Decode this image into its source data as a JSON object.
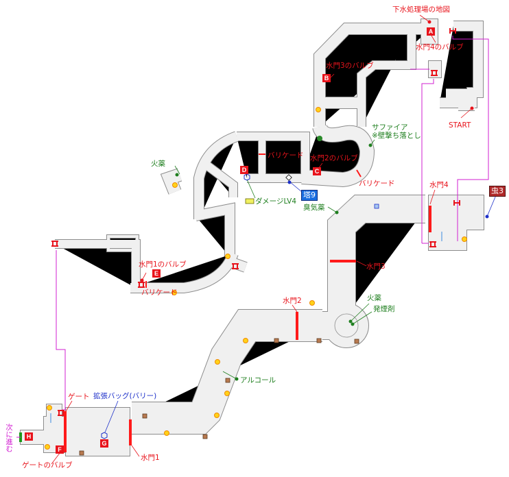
{
  "map": {
    "title": "下水処理場の地図",
    "colors": {
      "floor": "#f0f0f0",
      "wall": "#8c8c8c",
      "valve_label": "#e8141c",
      "item_label": "#1f7f1f",
      "special_label": "#1c2fc9",
      "route": "#d21fd2",
      "gate": "#ff1a1a",
      "crate": "#b87a50"
    },
    "markers": [
      "A",
      "B",
      "C",
      "D",
      "E",
      "F",
      "G",
      "H"
    ],
    "labels": {
      "map_item": "下水処理場の地図",
      "valve4": "水門4のバルブ",
      "valve3": "水門3のバルブ",
      "valve2": "水門2のバルブ",
      "valve1": "水門1のバルブ",
      "gate_valve": "ゲートのバルブ",
      "start": "START",
      "sapphire": "サファイア\n※壁撃ち落とし",
      "barricade1": "バリケード",
      "barricade2": "バリケード",
      "barricade3": "バリケード",
      "gunpowder1": "火薬",
      "gunpowder2": "火薬",
      "smoke": "発煙剤",
      "odor": "臭気薬",
      "damage": "ダメージLV4",
      "tower": "塔9",
      "bug": "虫3",
      "gate4": "水門4",
      "gate3": "水門3",
      "gate2": "水門2",
      "gate1": "水門1",
      "gate": "ゲート",
      "alcohol": "アルコール",
      "bag": "拡張バッグ(バリー)",
      "next": "次に進む"
    },
    "icons": [
      "valve-marker-icon",
      "sun-item-icon",
      "crate-icon",
      "chest-cube-icon",
      "ladder-icon",
      "door-icon",
      "save-diamond-icon",
      "elevator-arrow-icon",
      "dot-pointer-icon"
    ]
  }
}
